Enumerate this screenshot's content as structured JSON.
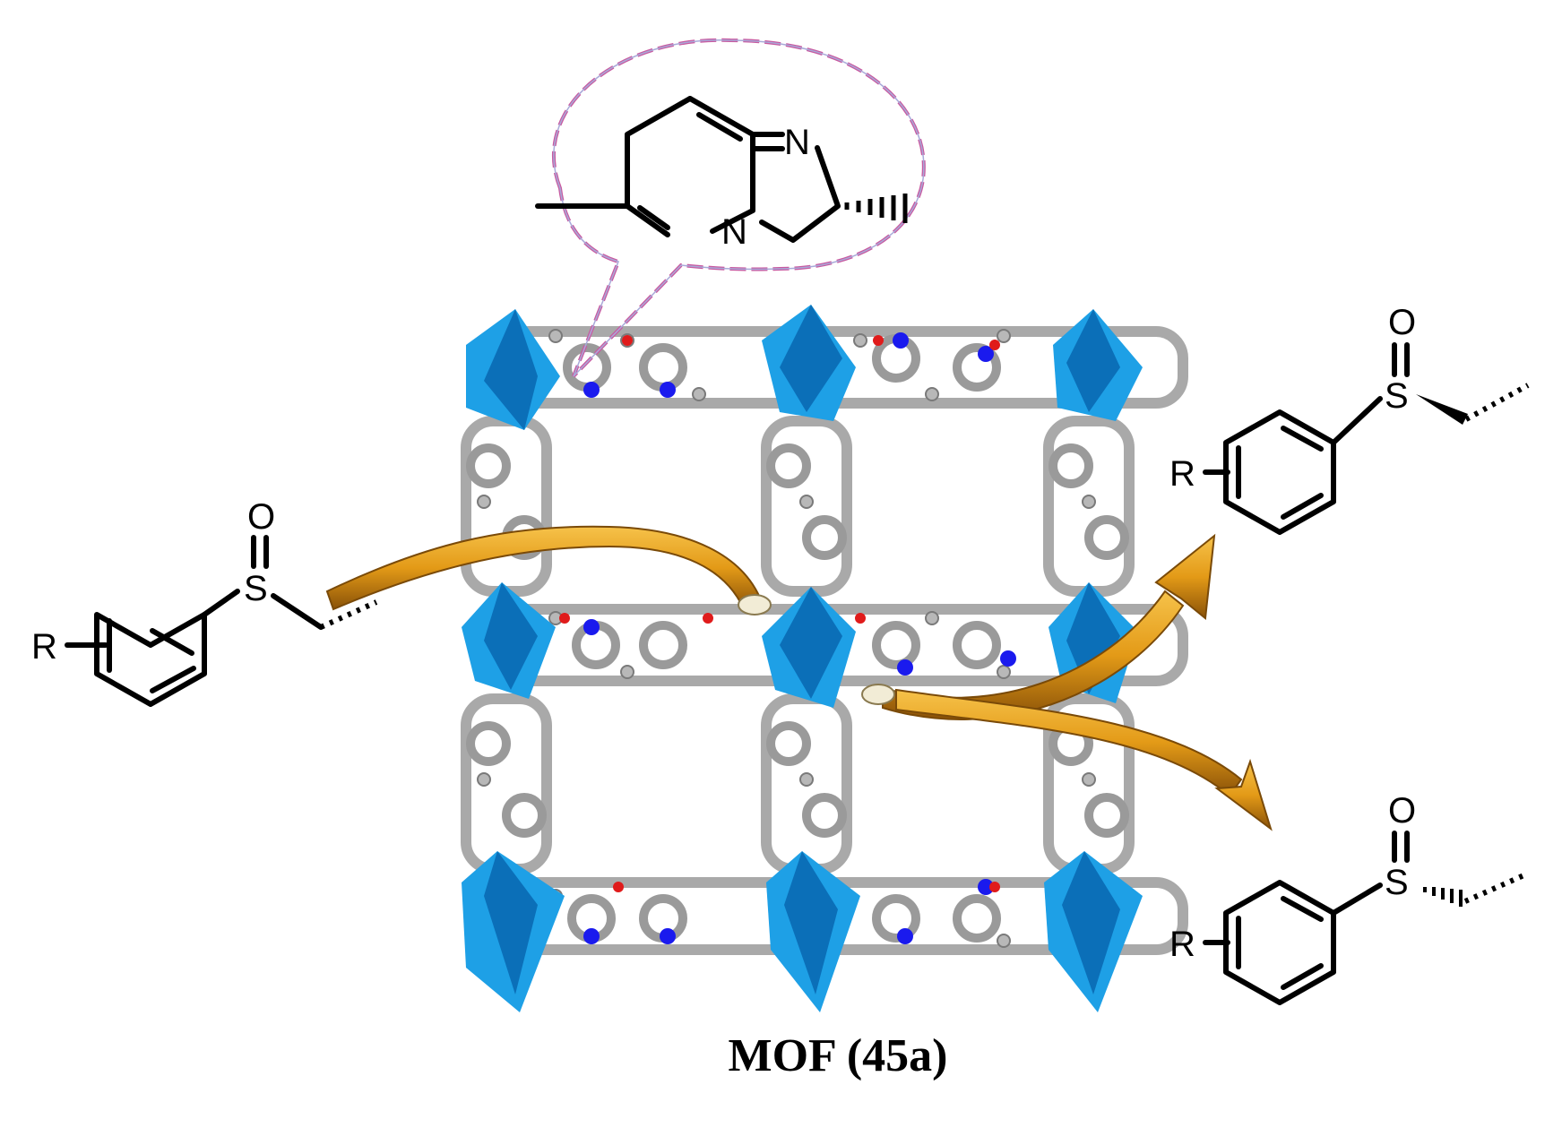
{
  "diagram": {
    "caption": "MOF (45a)",
    "substrate": {
      "r_label": "R",
      "s_label": "S",
      "o_label": "O"
    },
    "product_top": {
      "r_label": "R",
      "s_label": "S",
      "o_label": "O"
    },
    "product_bottom": {
      "r_label": "R",
      "s_label": "S",
      "o_label": "O"
    },
    "ligand_inset": {
      "n_top": "N",
      "n_bottom": "N"
    }
  },
  "colors": {
    "polyhedra": "#1ea0e6",
    "polyhedra_dark": "#0b6fb8",
    "framework": "#a9a9a9",
    "nitrogen": "#1a1aee",
    "oxygen": "#e01b1b",
    "arrow": "#e8a21c",
    "balloon_outline": "#c85aa0"
  },
  "icons": [
    "substrate-sulfoxide-structure",
    "ligand-structure-inset",
    "mof-framework",
    "reaction-arrow",
    "product-sulfoxide-structure"
  ]
}
